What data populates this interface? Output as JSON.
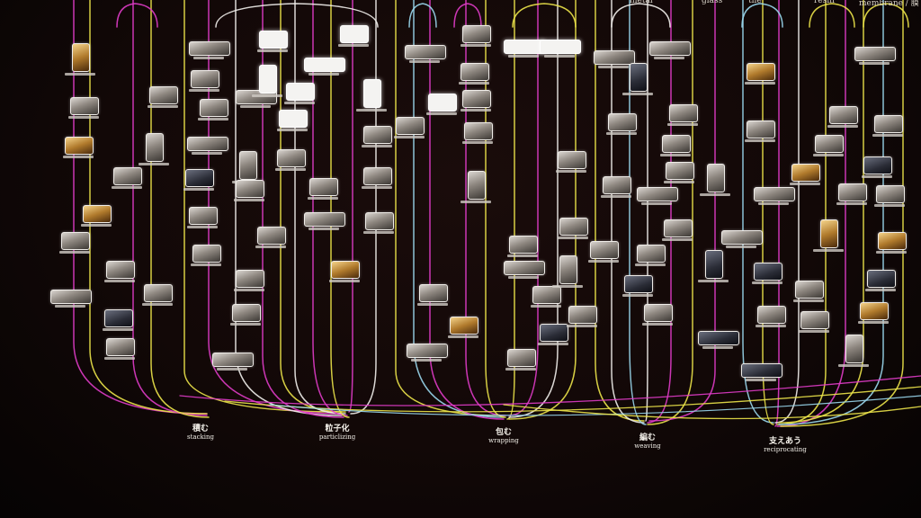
{
  "materials": [
    "metal",
    "glass",
    "tile",
    "resin",
    "membrane / 膜"
  ],
  "categories": [
    {
      "jp": "積む",
      "en": "stacking"
    },
    {
      "jp": "粒子化",
      "en": "particlizing"
    },
    {
      "jp": "包む",
      "en": "wrapping"
    },
    {
      "jp": "編む",
      "en": "weaving"
    },
    {
      "jp": "支えあう",
      "en": "reciprocating"
    }
  ],
  "colors": {
    "background": "#120807",
    "magenta": "#e03cc8",
    "yellow": "#ece44a",
    "cyan": "#9ad8ee",
    "white": "#f2f0ec"
  }
}
